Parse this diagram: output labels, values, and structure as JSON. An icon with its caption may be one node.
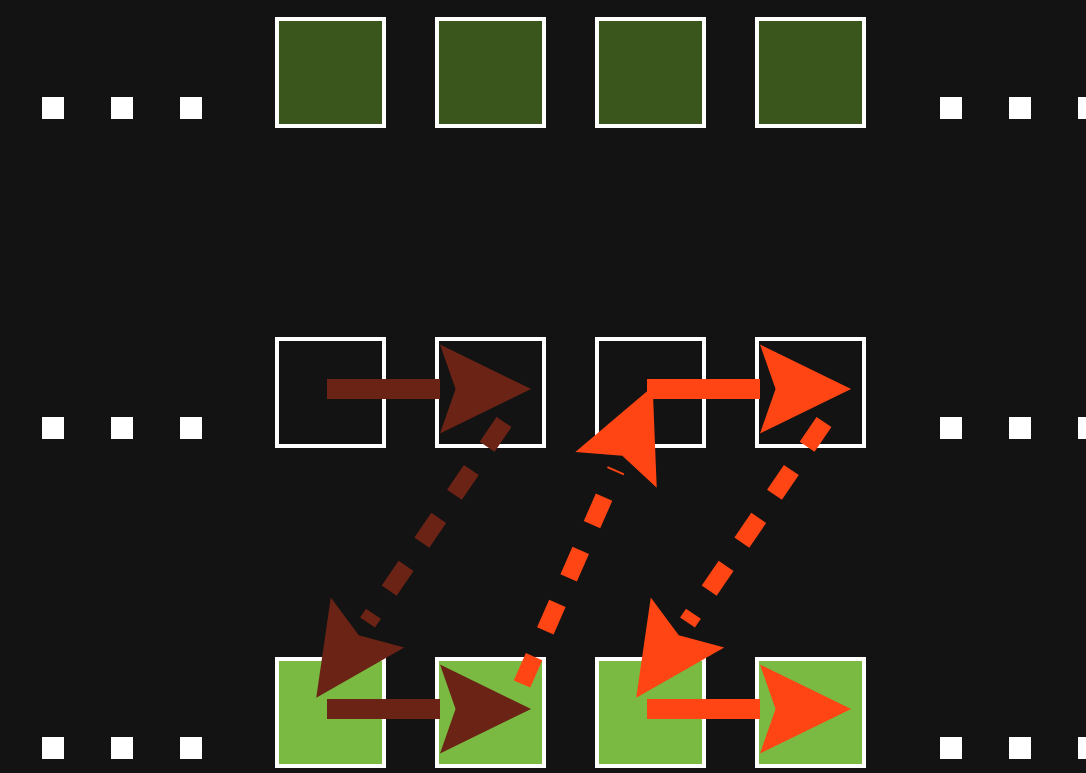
{
  "diagram": {
    "nodes": [
      {
        "text": [],
        "shape": "box"
      },
      {
        "text": [],
        "shape": "box"
      },
      {
        "text": [],
        "shape": "box"
      },
      {
        "text": [],
        "shape": "box"
      },
      {
        "text": [],
        "shape": "box"
      },
      {
        "text": [],
        "shape": "box"
      },
      {
        "text": [],
        "shape": "box"
      },
      {
        "text": [],
        "shape": "box"
      },
      {
        "text": [],
        "shape": "box"
      },
      {
        "text": [],
        "shape": "box"
      },
      {
        "text": [],
        "shape": "box"
      },
      {
        "text": [],
        "shape": "box"
      }
    ],
    "edges": [
      {
        "from": 4,
        "to": 5,
        "arrow": "to",
        "color": "#6b2316"
      },
      {
        "from": 5,
        "to": 8,
        "arrow": "to",
        "style": "dashed",
        "color": "#6b2316"
      },
      {
        "from": 8,
        "to": 9,
        "arrow": "to",
        "color": "#6b2316"
      },
      {
        "from": 9,
        "to": 6,
        "arrow": "to",
        "style": "dashed"
      },
      {
        "from": 6,
        "to": 7,
        "arrow": "to"
      },
      {
        "from": 7,
        "to": 10,
        "arrow": "to",
        "style": "dashed"
      },
      {
        "from": 10,
        "to": 11,
        "arrow": "to"
      }
    ]
  }
}
